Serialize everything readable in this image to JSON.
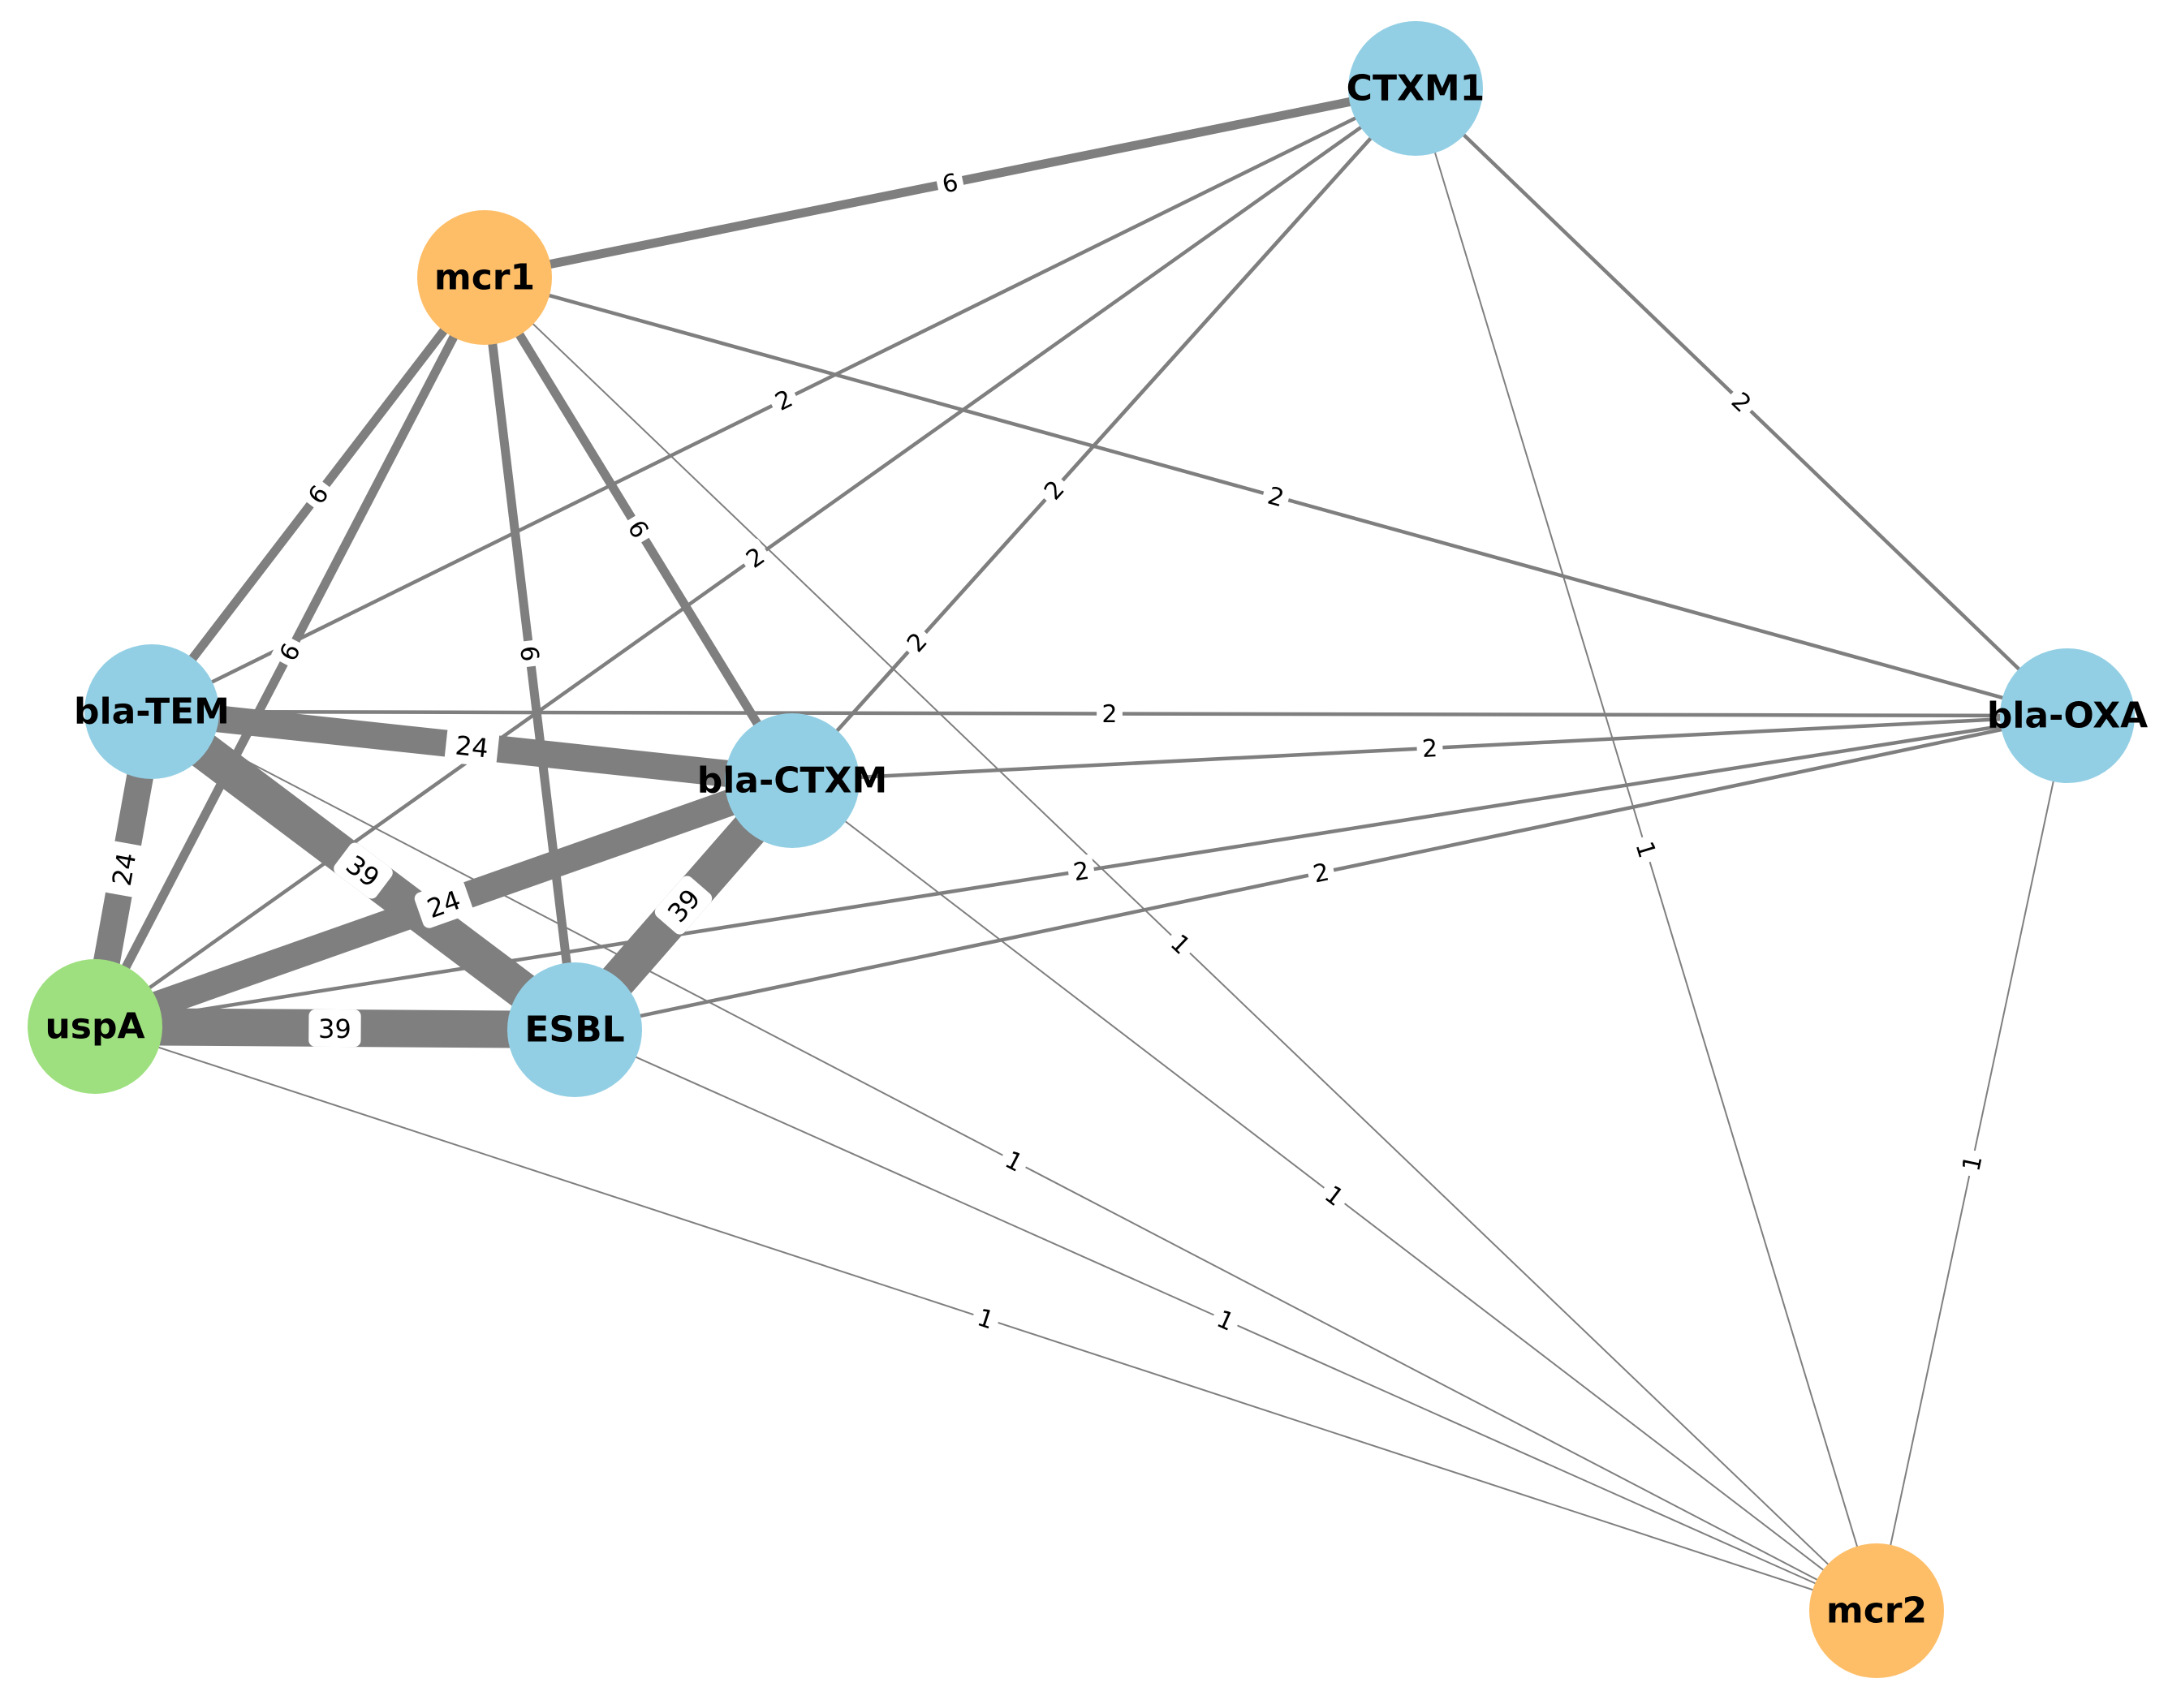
{
  "graph": {
    "nodes": [
      {
        "id": "CTXM1",
        "label": "CTXM1",
        "color": "#93cfe4",
        "group": "blue"
      },
      {
        "id": "mcr1",
        "label": "mcr1",
        "color": "#febe68",
        "group": "orange"
      },
      {
        "id": "bla-OXA",
        "label": "bla-OXA",
        "color": "#93cfe4",
        "group": "blue"
      },
      {
        "id": "bla-TEM",
        "label": "bla-TEM",
        "color": "#93cfe4",
        "group": "blue"
      },
      {
        "id": "bla-CTXM",
        "label": "bla-CTXM",
        "color": "#93cfe4",
        "group": "blue"
      },
      {
        "id": "uspA",
        "label": "uspA",
        "color": "#9ee07f",
        "group": "green"
      },
      {
        "id": "ESBL",
        "label": "ESBL",
        "color": "#93cfe4",
        "group": "blue"
      },
      {
        "id": "mcr2",
        "label": "mcr2",
        "color": "#febe68",
        "group": "orange"
      }
    ],
    "edges": [
      {
        "source": "mcr1",
        "target": "CTXM1",
        "weight": 6,
        "label": "6"
      },
      {
        "source": "bla-TEM",
        "target": "CTXM1",
        "weight": 2,
        "label": "2"
      },
      {
        "source": "uspA",
        "target": "CTXM1",
        "weight": 2,
        "label": "2"
      },
      {
        "source": "bla-CTXM",
        "target": "CTXM1",
        "weight": 2,
        "label": "2"
      },
      {
        "source": "CTXM1",
        "target": "bla-CTXM",
        "weight": 2,
        "label": "2"
      },
      {
        "source": "CTXM1",
        "target": "bla-OXA",
        "weight": 2,
        "label": "2"
      },
      {
        "source": "CTXM1",
        "target": "mcr2",
        "weight": 1,
        "label": "1"
      },
      {
        "source": "mcr1",
        "target": "bla-OXA",
        "weight": 2,
        "label": "2"
      },
      {
        "source": "mcr1",
        "target": "bla-TEM",
        "weight": 6,
        "label": "6"
      },
      {
        "source": "mcr1",
        "target": "uspA",
        "weight": 6,
        "label": "6"
      },
      {
        "source": "mcr1",
        "target": "ESBL",
        "weight": 6,
        "label": "6"
      },
      {
        "source": "mcr1",
        "target": "bla-CTXM",
        "weight": 6,
        "label": "6"
      },
      {
        "source": "mcr1",
        "target": "mcr2",
        "weight": 1,
        "label": "1"
      },
      {
        "source": "bla-TEM",
        "target": "bla-OXA",
        "weight": 2,
        "label": "2"
      },
      {
        "source": "bla-CTXM",
        "target": "bla-OXA",
        "weight": 2,
        "label": "2"
      },
      {
        "source": "uspA",
        "target": "bla-OXA",
        "weight": 2,
        "label": "2"
      },
      {
        "source": "ESBL",
        "target": "bla-OXA",
        "weight": 2,
        "label": "2"
      },
      {
        "source": "bla-OXA",
        "target": "mcr2",
        "weight": 1,
        "label": "1"
      },
      {
        "source": "bla-TEM",
        "target": "bla-CTXM",
        "weight": 24,
        "label": "24"
      },
      {
        "source": "bla-TEM",
        "target": "uspA",
        "weight": 24,
        "label": "24"
      },
      {
        "source": "bla-TEM",
        "target": "ESBL",
        "weight": 39,
        "label": "39"
      },
      {
        "source": "bla-TEM",
        "target": "mcr2",
        "weight": 1,
        "label": "1"
      },
      {
        "source": "uspA",
        "target": "bla-CTXM",
        "weight": 24,
        "label": "24"
      },
      {
        "source": "ESBL",
        "target": "bla-CTXM",
        "weight": 39,
        "label": "39"
      },
      {
        "source": "bla-CTXM",
        "target": "mcr2",
        "weight": 1,
        "label": "1"
      },
      {
        "source": "uspA",
        "target": "ESBL",
        "weight": 39,
        "label": "39"
      },
      {
        "source": "uspA",
        "target": "mcr2",
        "weight": 1,
        "label": "1"
      },
      {
        "source": "ESBL",
        "target": "mcr2",
        "weight": 1,
        "label": "1"
      }
    ]
  }
}
